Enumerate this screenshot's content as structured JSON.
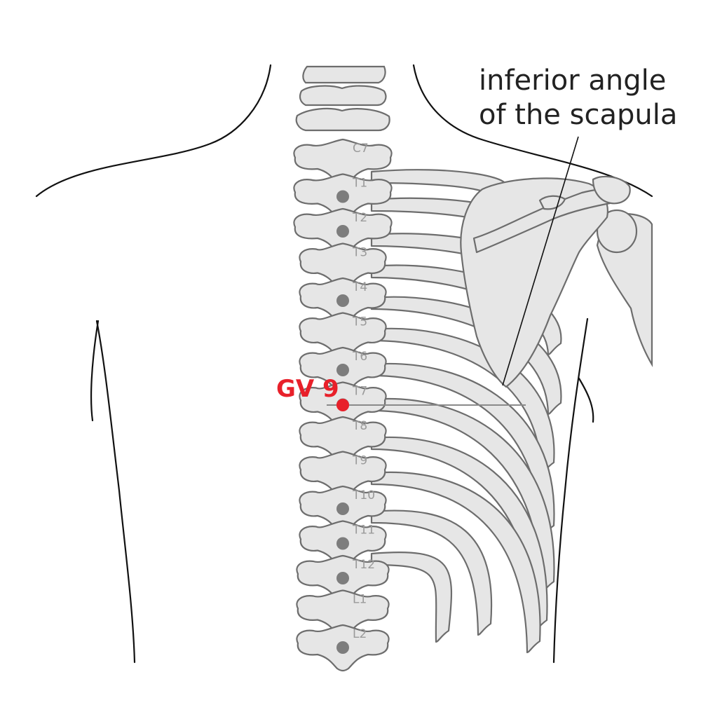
{
  "annotation": {
    "line1": "inferior angle",
    "line2": "of the scapula"
  },
  "point": {
    "label": "GV 9",
    "color": "#e8202a"
  },
  "vertebrae": [
    {
      "label": "C7",
      "marked": false
    },
    {
      "label": "T1",
      "marked": true
    },
    {
      "label": "T2",
      "marked": true
    },
    {
      "label": "T3",
      "marked": false
    },
    {
      "label": "T4",
      "marked": true
    },
    {
      "label": "T5",
      "marked": false
    },
    {
      "label": "T6",
      "marked": true
    },
    {
      "label": "T7",
      "marked": true
    },
    {
      "label": "T8",
      "marked": false
    },
    {
      "label": "T9",
      "marked": false
    },
    {
      "label": "T10",
      "marked": true
    },
    {
      "label": "T11",
      "marked": true
    },
    {
      "label": "T12",
      "marked": true
    },
    {
      "label": "L1",
      "marked": false
    },
    {
      "label": "L2",
      "marked": true
    }
  ],
  "colors": {
    "bone_fill": "#e6e6e6",
    "bone_stroke": "#6d6d6d",
    "body_outline": "#111111",
    "spine_label": "#9a9a9a",
    "marker_dot": "#7d7d7d",
    "guide_line": "#8a8a8a",
    "point_red": "#e8202a"
  }
}
